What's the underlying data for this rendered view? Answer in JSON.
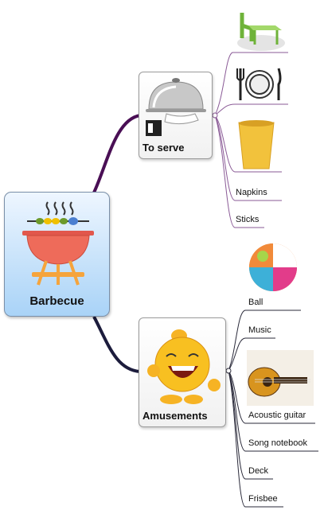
{
  "center": {
    "label": "Barbecue",
    "icon": "grill-icon"
  },
  "branches": [
    {
      "label": "To serve",
      "icon": "waiter-cloche-icon",
      "leaves": [
        {
          "label": "",
          "icon": "table-chairs-icon"
        },
        {
          "label": "",
          "icon": "plate-cutlery-icon"
        },
        {
          "label": "",
          "icon": "paper-cup-icon"
        },
        {
          "label": "Napkins"
        },
        {
          "label": "Sticks"
        }
      ]
    },
    {
      "label": "Amusements",
      "icon": "laughing-smiley-icon",
      "leaves": [
        {
          "label": "Ball",
          "icon": "beach-ball-icon"
        },
        {
          "label": "Music"
        },
        {
          "label": "Acoustic guitar",
          "icon": "guitar-icon"
        },
        {
          "label": "Song notebook"
        },
        {
          "label": "Deck"
        },
        {
          "label": "Frisbee"
        }
      ]
    }
  ],
  "colors": {
    "serve_branch": "#4a0f55",
    "amuse_branch": "#1c1c3c",
    "leaf_line": "#8a5a96"
  }
}
